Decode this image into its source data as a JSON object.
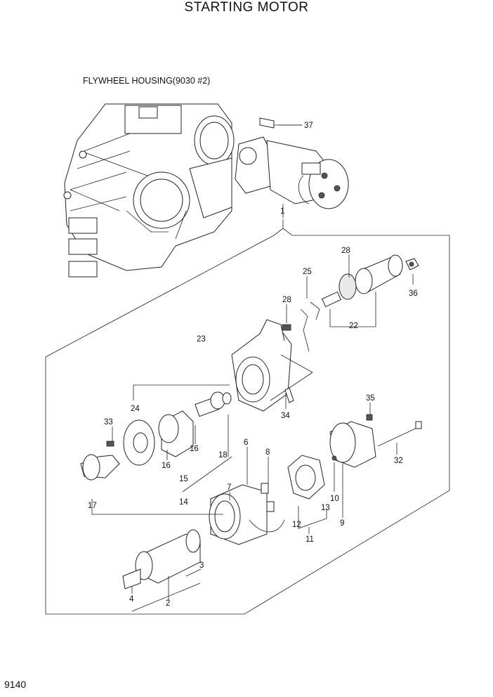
{
  "title": "STARTING MOTOR",
  "subtitle": "FLYWHEEL HOUSING(9030 #2)",
  "page_number": "9140",
  "callouts": [
    "37",
    "1",
    "28",
    "25",
    "36",
    "28",
    "22",
    "23",
    "34",
    "35",
    "24",
    "33",
    "6",
    "8",
    "32",
    "16",
    "16",
    "18",
    "15",
    "7",
    "10",
    "14",
    "17",
    "13",
    "12",
    "9",
    "11",
    "3",
    "4",
    "2"
  ]
}
